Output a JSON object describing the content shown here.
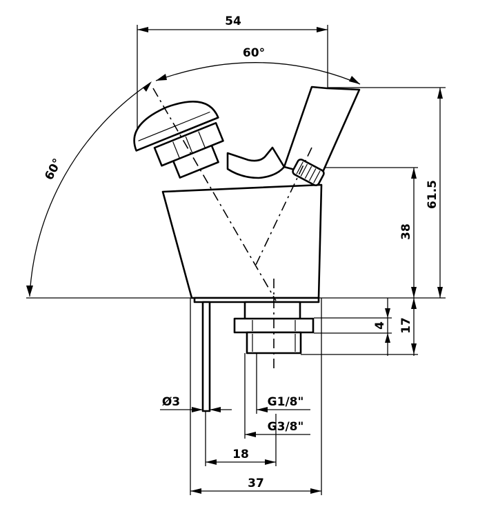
{
  "dimensions": {
    "width_top": "54",
    "angle_top": "60°",
    "angle_left": "60°",
    "height_total": "61.5",
    "height_spout": "38",
    "nut_thickness": "4",
    "thread_length": "17",
    "pin_diameter": "Ø3",
    "thread_small": "G1/8\"",
    "thread_large": "G3/8\"",
    "offset_inner": "18",
    "offset_outer": "37"
  }
}
